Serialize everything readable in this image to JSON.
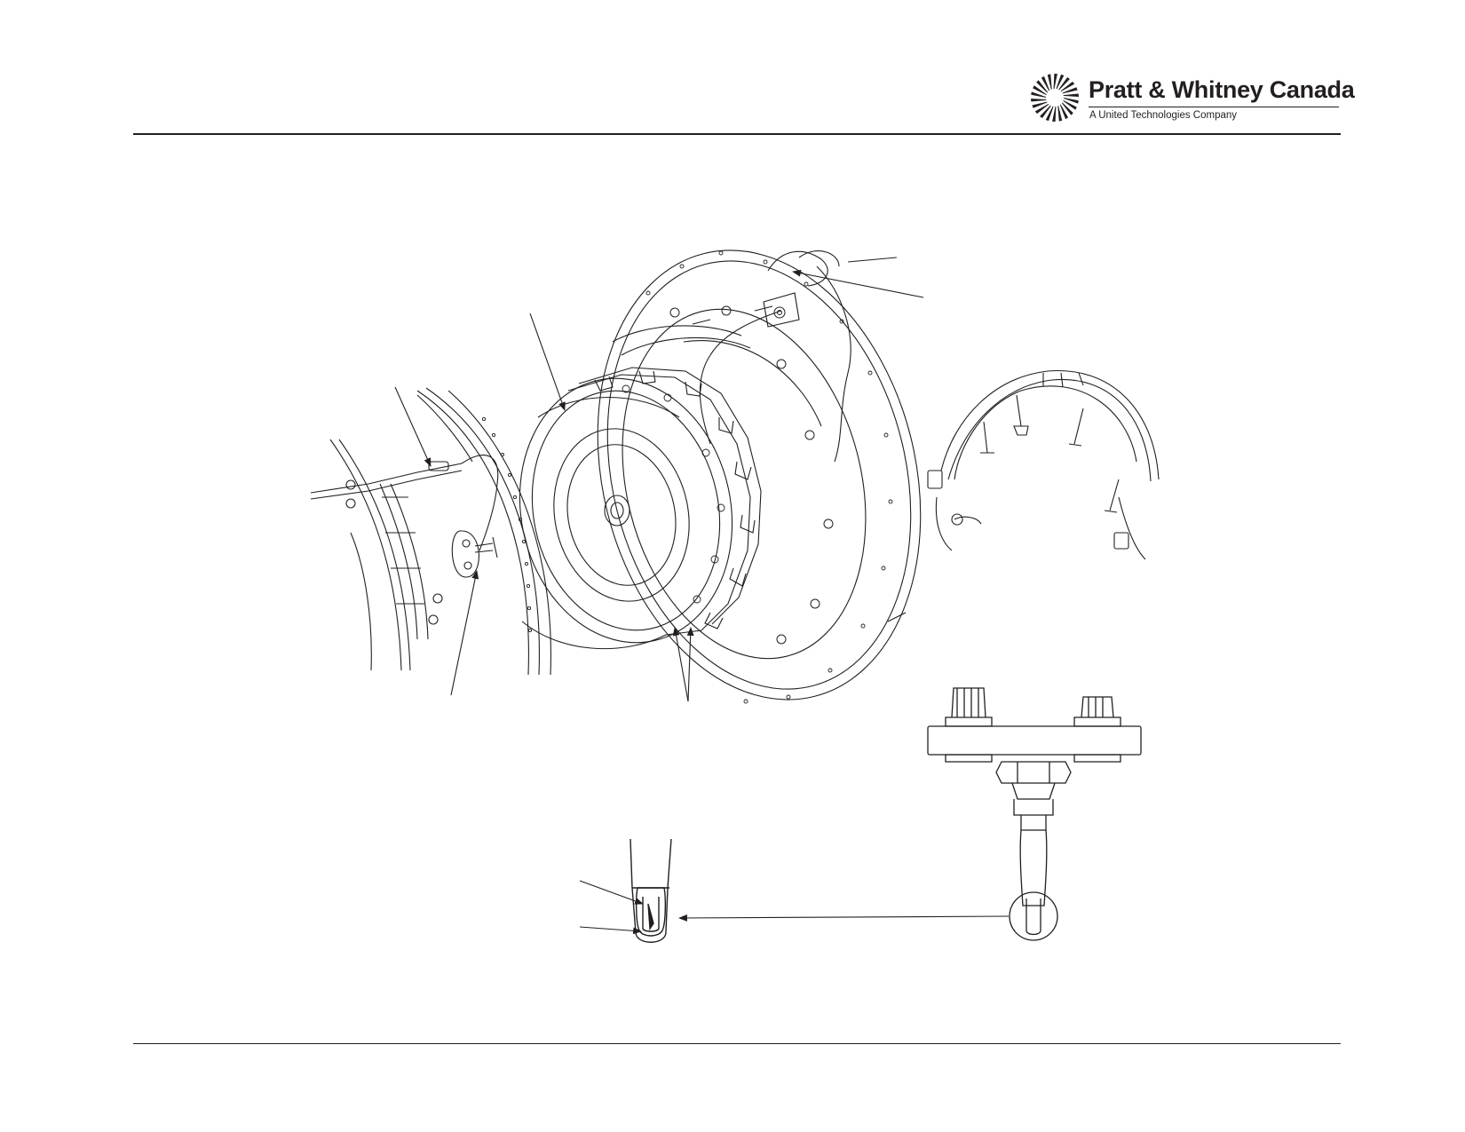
{
  "header": {
    "company_name": "Pratt & Whitney Canada",
    "company_subtitle": "A United Technologies Company",
    "logo_icon": "turbine-sunburst-icon"
  },
  "colors": {
    "ink": "#231f20",
    "background": "#ffffff"
  },
  "illustration": {
    "subject": "exploded engine combustion assembly line drawing",
    "callout_count": 9,
    "text_labels": []
  }
}
